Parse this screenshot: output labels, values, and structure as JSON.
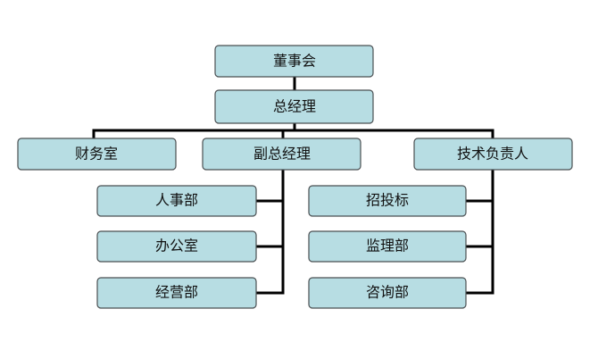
{
  "diagram": {
    "nodes": {
      "board": "董事会",
      "general_manager": "总经理",
      "finance": "财务室",
      "deputy_gm": "副总经理",
      "tech_lead": "技术负责人",
      "hr": "人事部",
      "office": "办公室",
      "operations": "经营部",
      "bidding": "招投标",
      "supervision": "监理部",
      "consulting": "咨询部"
    },
    "edges": [
      [
        "board",
        "general_manager"
      ],
      [
        "general_manager",
        "finance"
      ],
      [
        "general_manager",
        "deputy_gm"
      ],
      [
        "general_manager",
        "tech_lead"
      ],
      [
        "deputy_gm",
        "hr"
      ],
      [
        "deputy_gm",
        "office"
      ],
      [
        "deputy_gm",
        "operations"
      ],
      [
        "tech_lead",
        "bidding"
      ],
      [
        "tech_lead",
        "supervision"
      ],
      [
        "tech_lead",
        "consulting"
      ]
    ]
  }
}
